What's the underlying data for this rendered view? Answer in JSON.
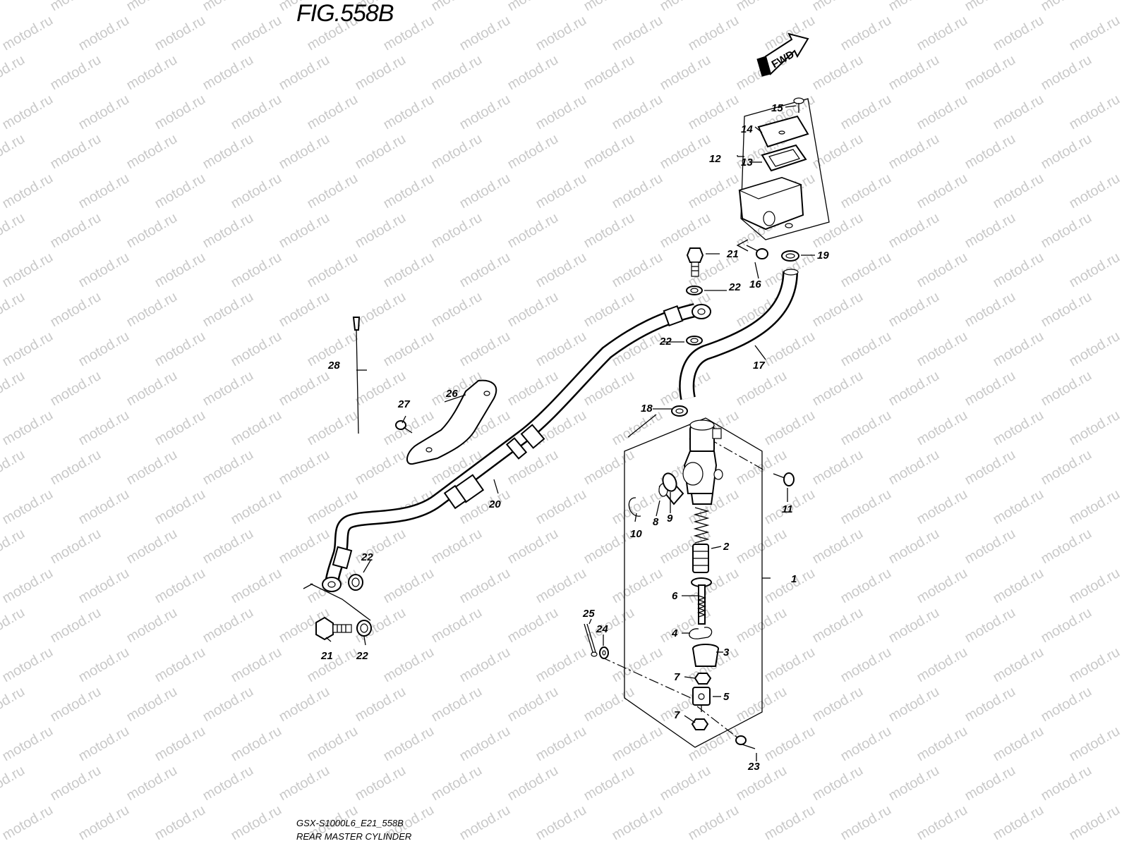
{
  "figure": {
    "title": "FIG.558B",
    "model_code": "GSX-S1000L6_E21_558B",
    "name": "REAR MASTER CYLINDER",
    "fwd_label": "FWD",
    "watermark": "motod.ru"
  },
  "callouts": {
    "c1": "1",
    "c2": "2",
    "c3": "3",
    "c4": "4",
    "c5": "5",
    "c6": "6",
    "c7a": "7",
    "c7b": "7",
    "c8": "8",
    "c9": "9",
    "c10": "10",
    "c11": "11",
    "c12": "12",
    "c13": "13",
    "c14": "14",
    "c15": "15",
    "c16": "16",
    "c17": "17",
    "c18": "18",
    "c19": "19",
    "c20": "20",
    "c21a": "21",
    "c21b": "21",
    "c22a": "22",
    "c22b": "22",
    "c22c": "22",
    "c22d": "22",
    "c23": "23",
    "c24": "24",
    "c25": "25",
    "c26": "26",
    "c27": "27",
    "c28": "28"
  },
  "colors": {
    "ink": "#000000",
    "watermark": "#c9c9c9",
    "background": "#ffffff"
  }
}
